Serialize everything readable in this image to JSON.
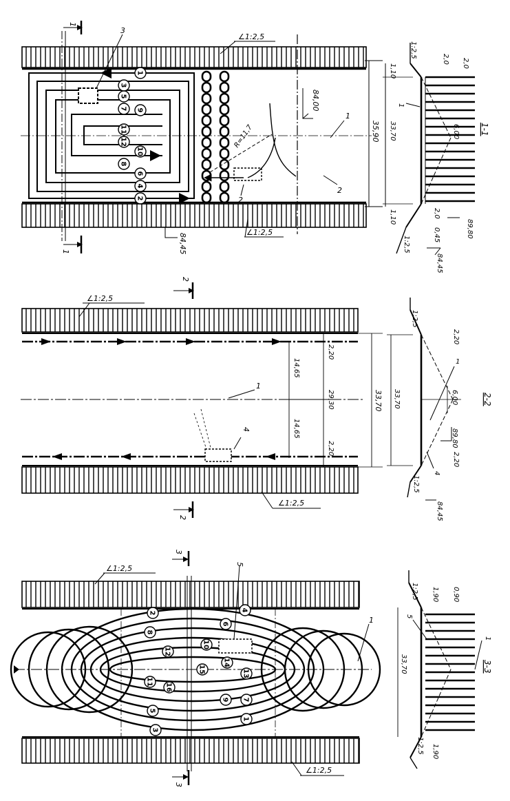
{
  "slope_label": "1:2,5",
  "panel1": {
    "section_label": "1-1",
    "cut_marks": [
      "1",
      "1"
    ],
    "dim_total": "35,90",
    "elev_top": "84,00",
    "elev_bottom": "84,45",
    "diag_label": "R=11,7",
    "callouts": [
      "1",
      "2",
      "2",
      "3"
    ],
    "circle_numbers": [
      "1",
      "2",
      "3",
      "4",
      "5",
      "6",
      "7",
      "8",
      "9",
      "10",
      "11",
      "12"
    ],
    "section": {
      "slope_top": "1:2,5",
      "slope_bottom": "1:2,5",
      "dims_left": [
        "1,10",
        "33,70",
        "1,10"
      ],
      "dims_right_top": [
        "2,0",
        "2,0"
      ],
      "dims_right_bottom": [
        "2,0",
        "0,45"
      ],
      "depth": "6,00",
      "elev_a": "89,80",
      "elev_b": "84,45",
      "callout": "1"
    }
  },
  "panel2": {
    "section_label": "2-2",
    "cut_marks": [
      "2",
      "2"
    ],
    "dim_total": "33,70",
    "dim_mid": "29,30",
    "dim_half": [
      "14,65",
      "14,65"
    ],
    "dim_edge": [
      "2,20",
      "2,20"
    ],
    "callouts": [
      "1",
      "4"
    ],
    "section": {
      "slope_top": "1:2,5",
      "slope_bottom": "1:2,5",
      "dim_width": "33,70",
      "dims_right": [
        "2,20",
        "2,20"
      ],
      "depth": "6,00",
      "elev_a": "89,80",
      "elev_b": "84,45",
      "callouts": [
        "1",
        "4"
      ]
    }
  },
  "panel3": {
    "section_label": "3-3",
    "cut_marks": [
      "3",
      "3"
    ],
    "callouts": [
      "1",
      "5"
    ],
    "circle_numbers": [
      "1",
      "2",
      "3",
      "4",
      "5",
      "6",
      "7",
      "8",
      "9",
      "10",
      "11",
      "12",
      "13",
      "14",
      "15",
      "16"
    ],
    "section": {
      "slope_top": "1:2,5",
      "slope_bottom": "1:2,5",
      "dim_width": "33,70",
      "dims_right": [
        "1,90",
        "0,90",
        "1,90"
      ],
      "callouts": [
        "1",
        "5"
      ]
    }
  },
  "colors": {
    "ink": "#000000",
    "paper": "#ffffff"
  }
}
